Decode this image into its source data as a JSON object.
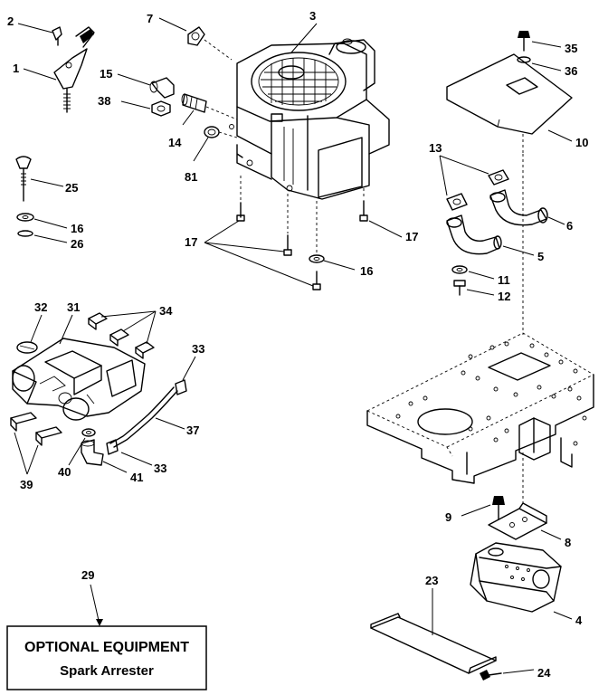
{
  "labels": {
    "c1": "1",
    "c2": "2",
    "c3": "3",
    "c4": "4",
    "c5": "5",
    "c6": "6",
    "c7": "7",
    "c8": "8",
    "c9": "9",
    "c10": "10",
    "c11": "11",
    "c12": "12",
    "c13": "13",
    "c14": "14",
    "c15": "15",
    "c16a": "16",
    "c16b": "16",
    "c17a": "17",
    "c17b": "17",
    "c23": "23",
    "c24": "24",
    "c25": "25",
    "c26": "26",
    "c29": "29",
    "c31": "31",
    "c32": "32",
    "c33a": "33",
    "c33b": "33",
    "c34": "34",
    "c35": "35",
    "c36": "36",
    "c37": "37",
    "c38": "38",
    "c39": "39",
    "c40": "40",
    "c41": "41",
    "c81": "81"
  },
  "box": {
    "title": "OPTIONAL EQUIPMENT",
    "subtitle": "Spark Arrester"
  }
}
